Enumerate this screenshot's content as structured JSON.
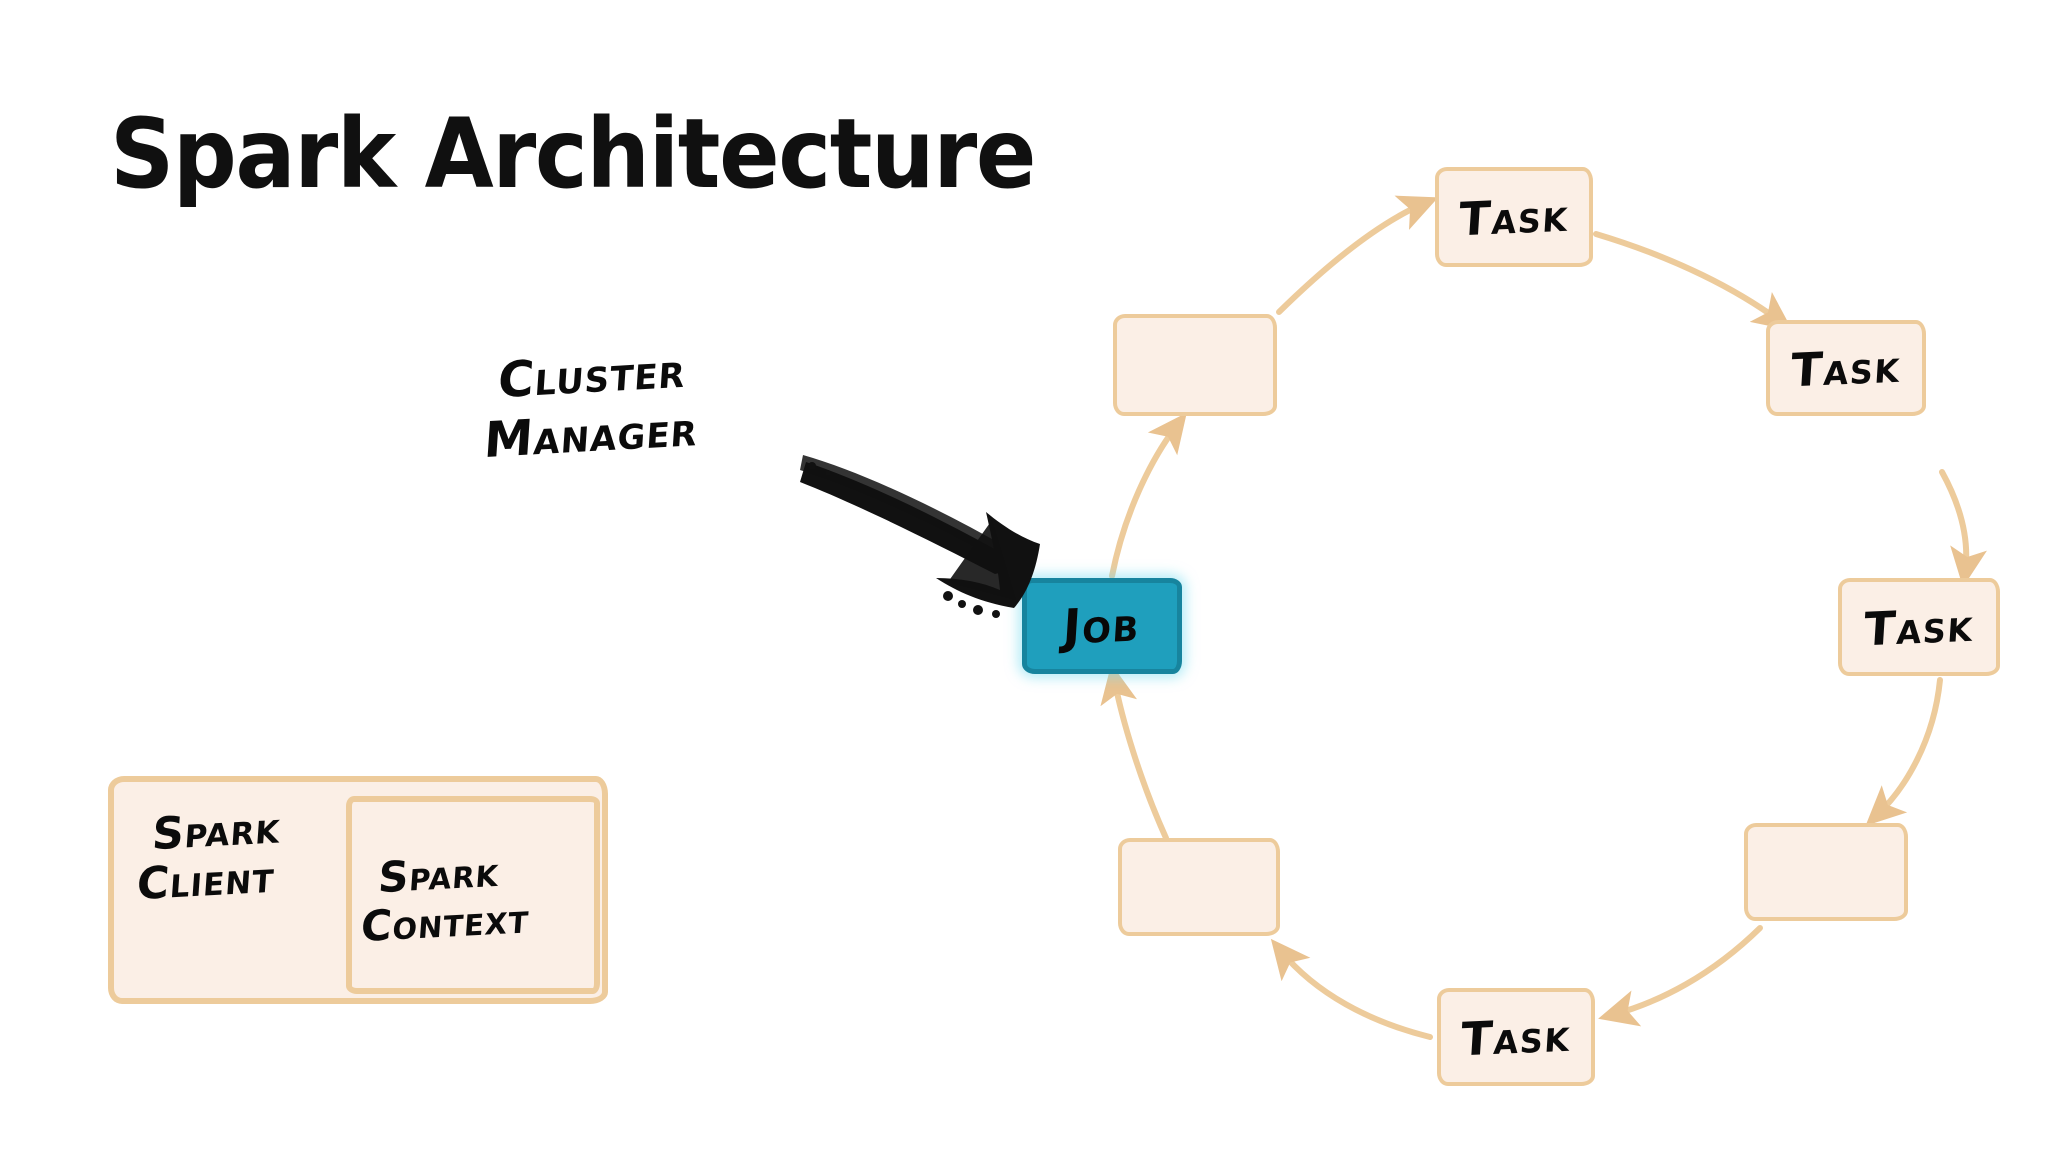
{
  "page": {
    "title": "Spark Architecture",
    "background": "#ffffff"
  },
  "colors": {
    "box_fill": "#fbefe6",
    "box_border": "#edcb9b",
    "job_fill": "#1f9fbd",
    "job_border": "#17849e",
    "arrow_flow": "#edcb9b",
    "arrow_pointer": "#111111",
    "text": "#0b0b0b"
  },
  "annotations": {
    "cluster_manager": {
      "line1": "Cluster",
      "line2": "Manager"
    }
  },
  "client_group": {
    "outer_label": {
      "line1": "Spark",
      "line2": "Client"
    },
    "inner_label": {
      "line1": "Spark",
      "line2": "Context"
    }
  },
  "job_node": {
    "label": "Job"
  },
  "cycle": {
    "nodes": [
      {
        "id": "job",
        "label": "Job",
        "kind": "job",
        "angle_deg": 180
      },
      {
        "id": "slot-upper-left",
        "label": "",
        "kind": "slot",
        "angle_deg": 225
      },
      {
        "id": "task-top",
        "label": "Task",
        "kind": "task",
        "angle_deg": 270
      },
      {
        "id": "task-upper-right",
        "label": "Task",
        "kind": "task",
        "angle_deg": 315
      },
      {
        "id": "task-right",
        "label": "Task",
        "kind": "task",
        "angle_deg": 0
      },
      {
        "id": "slot-lower-right",
        "label": "",
        "kind": "slot",
        "angle_deg": 45
      },
      {
        "id": "task-bottom",
        "label": "Task",
        "kind": "task",
        "angle_deg": 90
      },
      {
        "id": "slot-lower-left",
        "label": "",
        "kind": "slot",
        "angle_deg": 135
      }
    ],
    "direction": "clockwise",
    "task_label": "Task",
    "empty_label": ""
  },
  "chart_data": {
    "type": "diagram",
    "title": "Spark Architecture",
    "nodes": [
      {
        "name": "Spark Client",
        "type": "container"
      },
      {
        "name": "Spark Context",
        "type": "container-inner"
      },
      {
        "name": "Cluster Manager",
        "type": "annotation"
      },
      {
        "name": "Job",
        "type": "highlight"
      },
      {
        "name": "Task",
        "type": "task"
      },
      {
        "name": "Task",
        "type": "task"
      },
      {
        "name": "Task",
        "type": "task"
      },
      {
        "name": "Task",
        "type": "task"
      },
      {
        "name": "",
        "type": "slot"
      },
      {
        "name": "",
        "type": "slot"
      },
      {
        "name": "",
        "type": "slot"
      }
    ],
    "edges": [
      {
        "from": "Cluster Manager",
        "to": "Job",
        "style": "thick-black"
      },
      {
        "from": "Job",
        "to": "slot-upper-left",
        "style": "curved-tan"
      },
      {
        "from": "slot-upper-left",
        "to": "task-top",
        "style": "curved-tan"
      },
      {
        "from": "task-top",
        "to": "task-upper-right",
        "style": "curved-tan"
      },
      {
        "from": "task-upper-right",
        "to": "task-right",
        "style": "curved-tan"
      },
      {
        "from": "task-right",
        "to": "slot-lower-right",
        "style": "curved-tan"
      },
      {
        "from": "slot-lower-right",
        "to": "task-bottom",
        "style": "curved-tan"
      },
      {
        "from": "task-bottom",
        "to": "slot-lower-left",
        "style": "curved-tan"
      },
      {
        "from": "slot-lower-left",
        "to": "Job",
        "style": "curved-tan"
      }
    ]
  }
}
